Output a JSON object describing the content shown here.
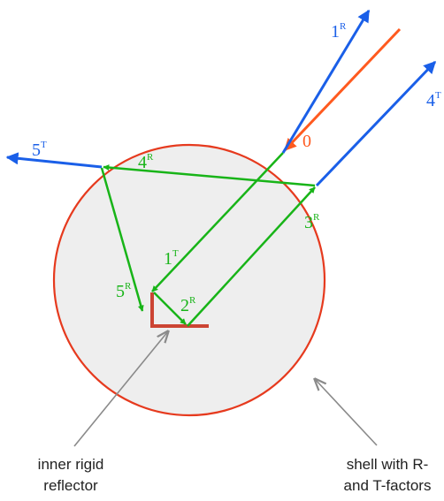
{
  "colors": {
    "shell_stroke": "#e63a1e",
    "shell_fill": "#eeeeee",
    "incident": "#ff5a1f",
    "external": "#1a5fe8",
    "internal": "#18b418",
    "reflector": "#cc4433",
    "pointer": "#8a8a8a",
    "background": "#ffffff"
  },
  "rays": {
    "r0": {
      "num": "0",
      "sup": ""
    },
    "r1R": {
      "num": "1",
      "sup": "R"
    },
    "r4T": {
      "num": "4",
      "sup": "T"
    },
    "r5T": {
      "num": "5",
      "sup": "T"
    },
    "r4R": {
      "num": "4",
      "sup": "R"
    },
    "r3R": {
      "num": "3",
      "sup": "R"
    },
    "r1T": {
      "num": "1",
      "sup": "T"
    },
    "r5R": {
      "num": "5",
      "sup": "R"
    },
    "r2R": {
      "num": "2",
      "sup": "R"
    }
  },
  "captions": {
    "reflector_line1": "inner rigid",
    "reflector_line2": "reflector",
    "shell_line1": "shell with R-",
    "shell_line2": "and T-factors"
  }
}
